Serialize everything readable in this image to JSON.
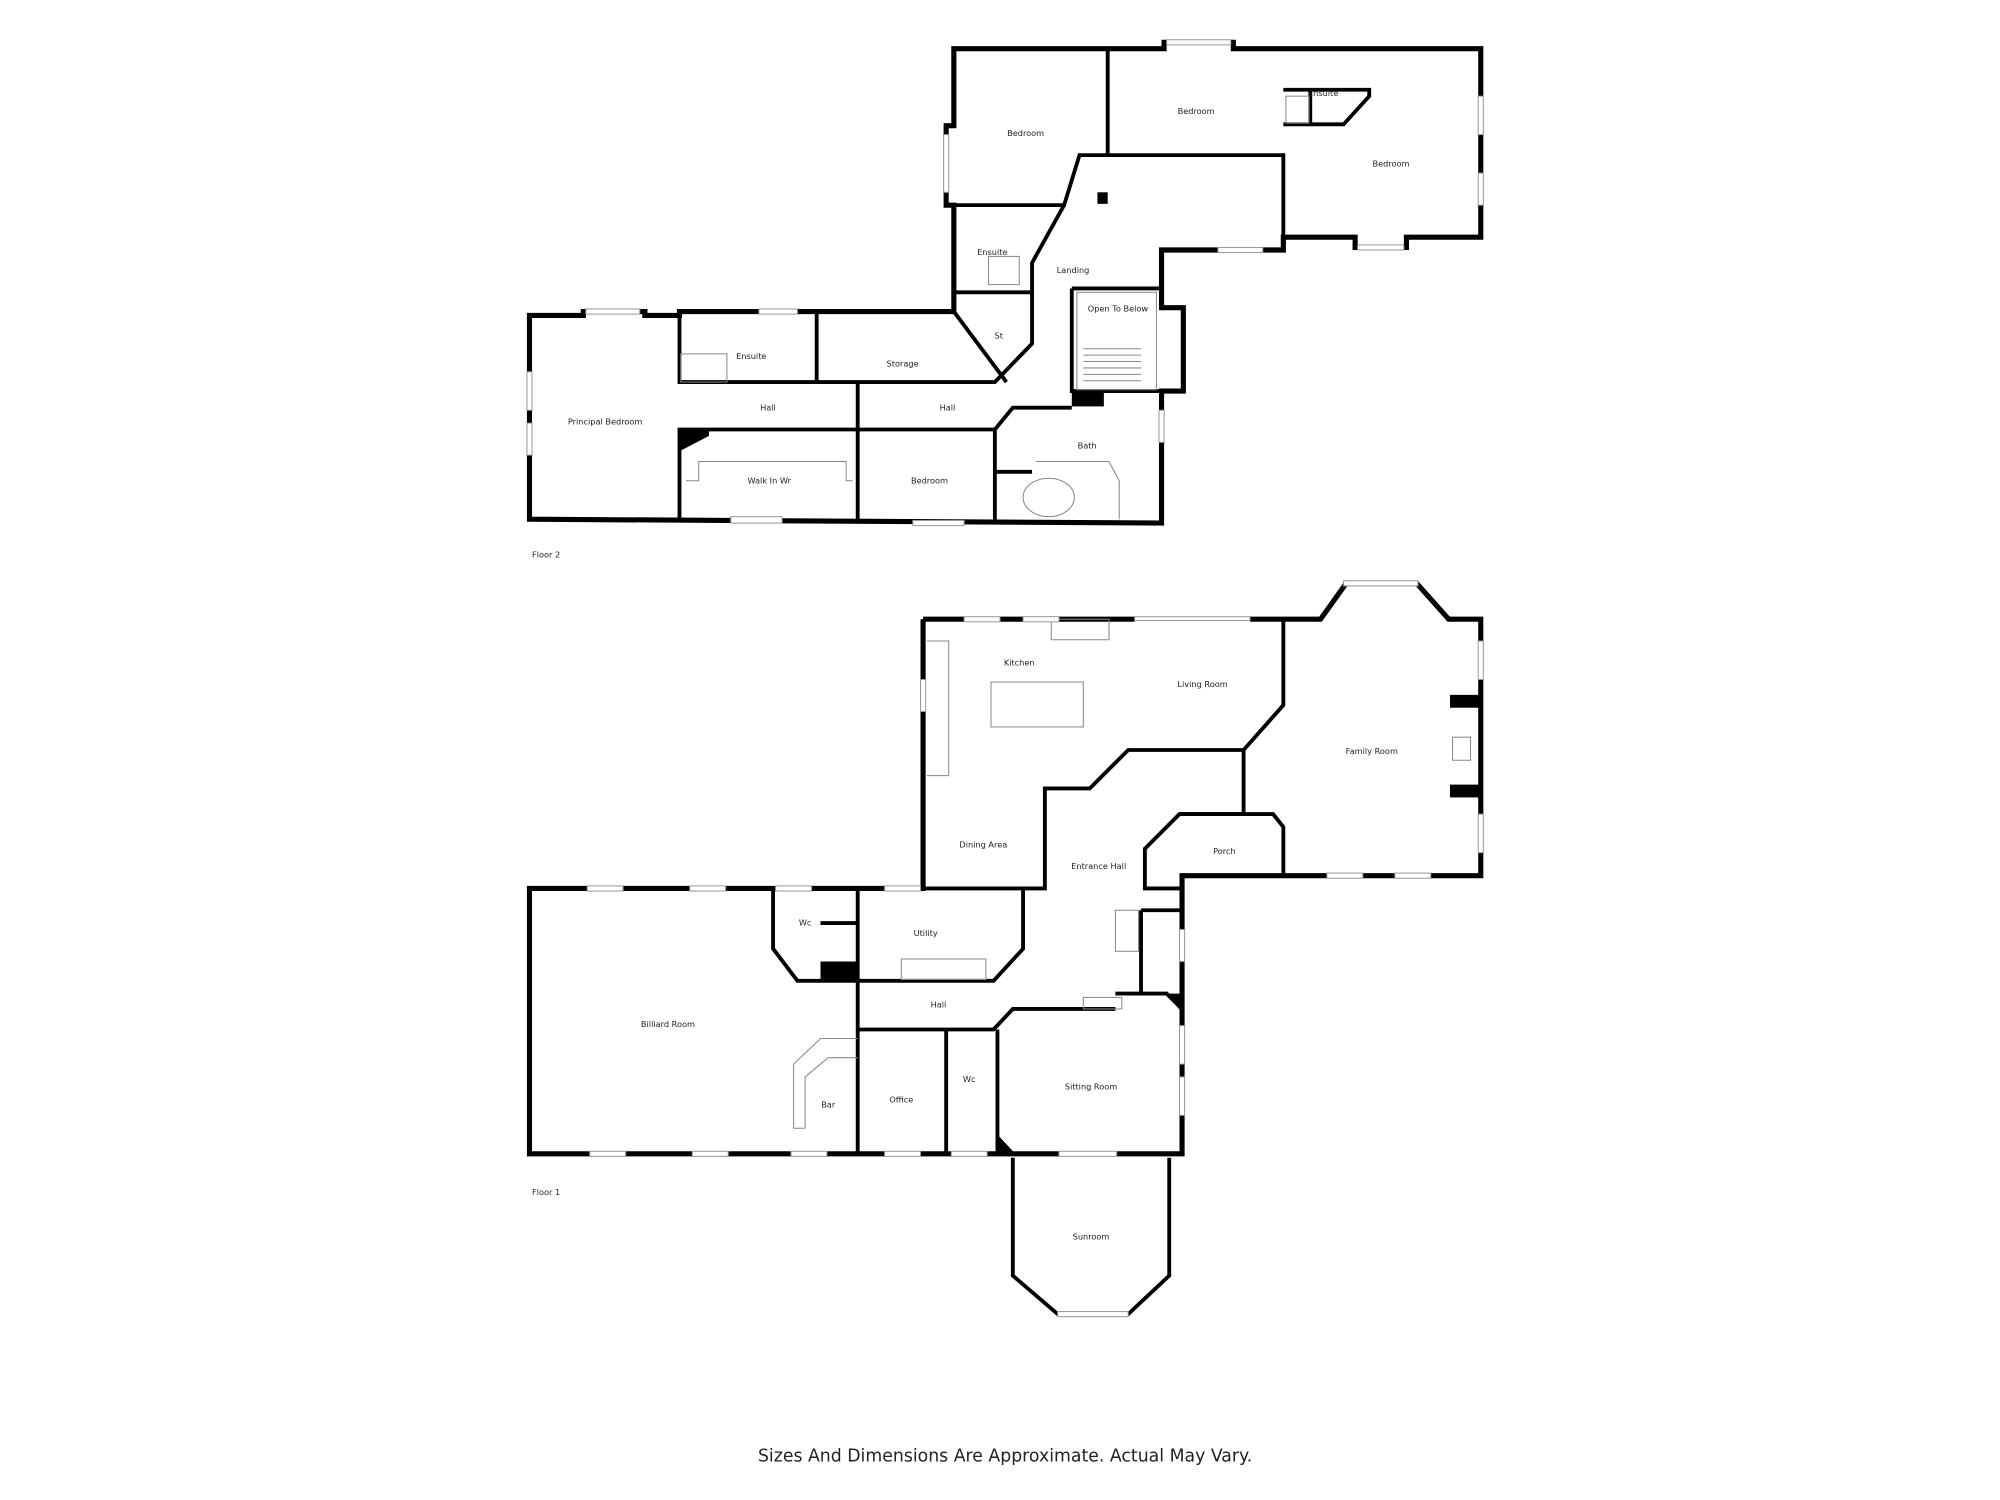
{
  "floor2": {
    "label": "Floor 2",
    "rooms": {
      "bedroom_a": "Bedroom",
      "bedroom_b": "Bedroom",
      "ensuite_ne": "Ensuite",
      "bedroom_c": "Bedroom",
      "ensuite_mid": "Ensuite",
      "landing": "Landing",
      "open_to_below": "Open To Below",
      "st": "St",
      "ensuite_w": "Ensuite",
      "storage": "Storage",
      "principal_bedroom": "Principal Bedroom",
      "hall_w": "Hall",
      "hall_e": "Hall",
      "walk_in_wr": "Walk In Wr",
      "bedroom_d": "Bedroom",
      "bath": "Bath"
    }
  },
  "floor1": {
    "label": "Floor 1",
    "rooms": {
      "kitchen": "Kitchen",
      "living_room": "Living Room",
      "family_room": "Family Room",
      "dining_area": "Dining Area",
      "entrance_hall": "Entrance Hall",
      "porch": "Porch",
      "wc_n": "Wc",
      "utility": "Utility",
      "billiard_room": "Billiard Room",
      "hall": "Hall",
      "bar": "Bar",
      "office": "Office",
      "wc_s": "Wc",
      "sitting_room": "Sitting Room",
      "sunroom": "Sunroom"
    }
  },
  "disclaimer": "Sizes And Dimensions Are Approximate. Actual May Vary."
}
